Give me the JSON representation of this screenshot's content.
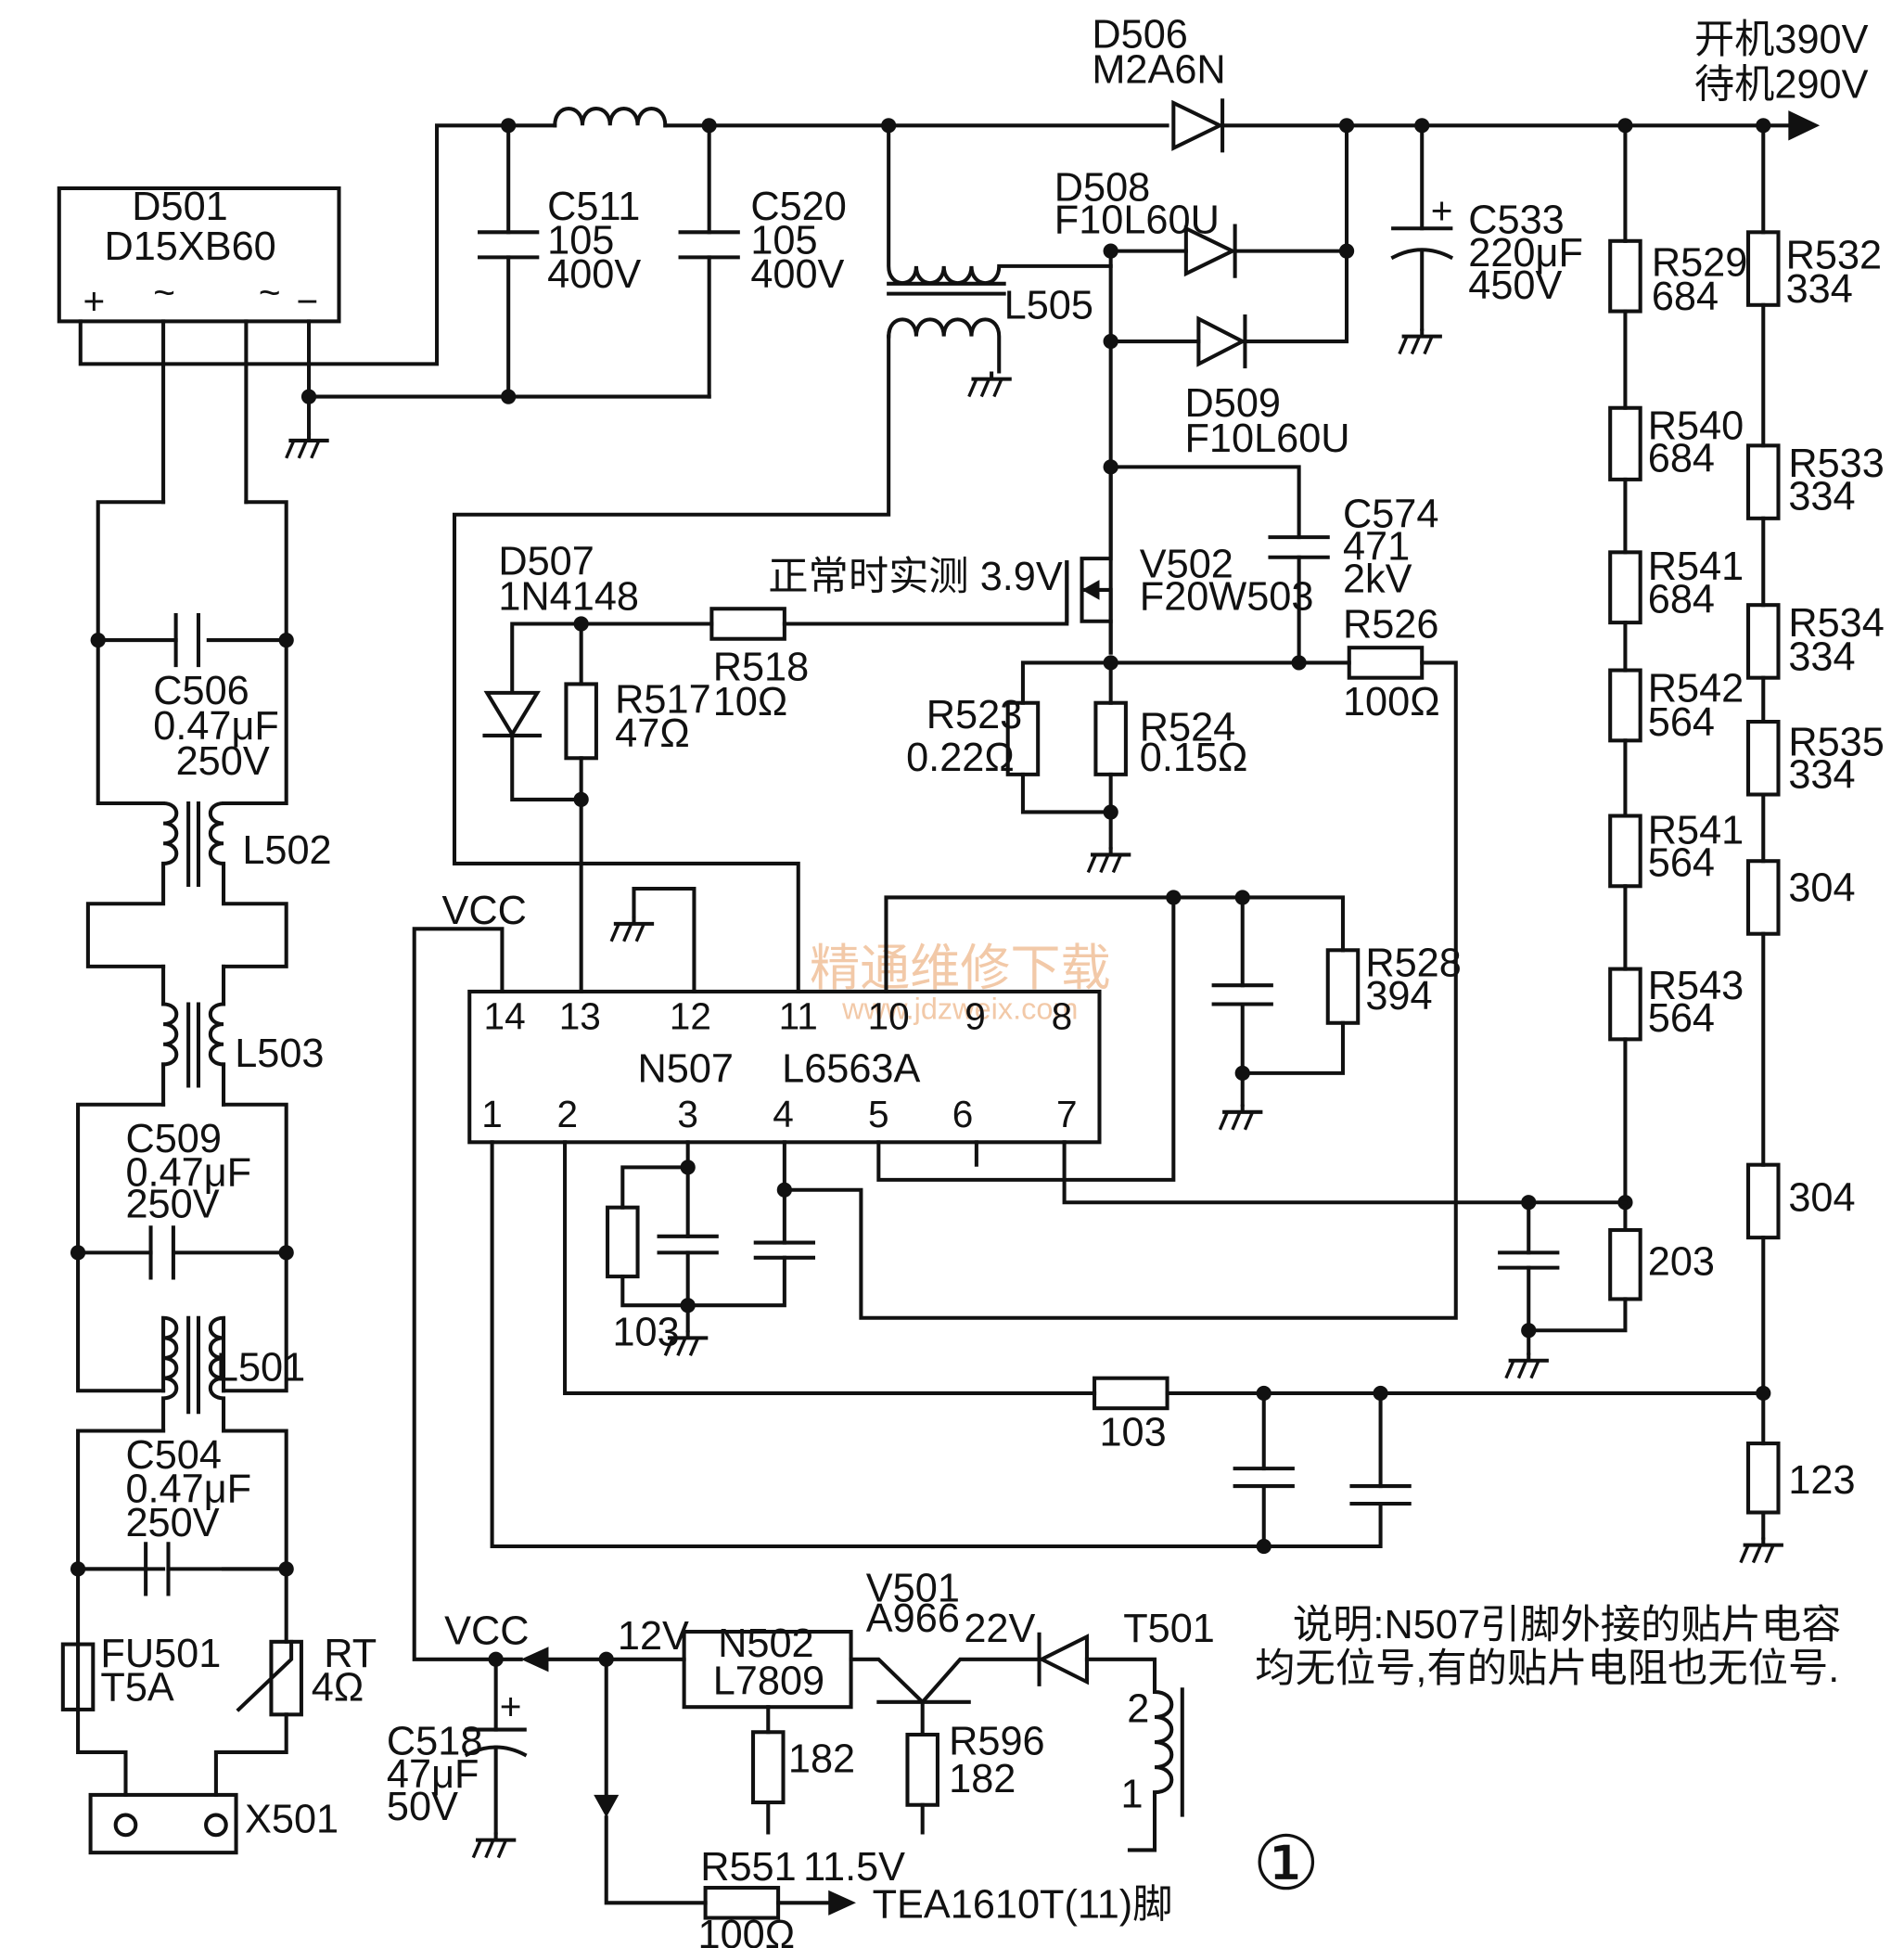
{
  "components": {
    "d501": {
      "ref": "D501",
      "value": "D15XB60",
      "plus": "+",
      "tilde1": "~",
      "tilde2": "~",
      "minus": "−"
    },
    "c511": {
      "ref": "C511",
      "cap": "105",
      "volt": "400V"
    },
    "c520": {
      "ref": "C520",
      "cap": "105",
      "volt": "400V"
    },
    "d506": {
      "ref": "D506",
      "value": "M2A6N"
    },
    "d508": {
      "ref": "D508",
      "value": "F10L60U"
    },
    "d509": {
      "ref": "D509",
      "value": "F10L60U"
    },
    "l505": {
      "ref": "L505"
    },
    "c533": {
      "ref": "C533",
      "cap": "220μF",
      "volt": "450V",
      "plus": "+"
    },
    "output": {
      "on": "开机390V",
      "standby": "待机290V"
    },
    "r529": {
      "ref": "R529",
      "value": "684"
    },
    "r540": {
      "ref": "R540",
      "value": "684"
    },
    "r541a": {
      "ref": "R541",
      "value": "684"
    },
    "r542": {
      "ref": "R542",
      "value": "564"
    },
    "r541b": {
      "ref": "R541",
      "value": "564"
    },
    "r543": {
      "ref": "R543",
      "value": "564"
    },
    "r203": {
      "value": "203"
    },
    "r532": {
      "ref": "R532",
      "value": "334"
    },
    "r533": {
      "ref": "R533",
      "value": "334"
    },
    "r534": {
      "ref": "R534",
      "value": "334"
    },
    "r535": {
      "ref": "R535",
      "value": "334"
    },
    "r304a": {
      "value": "304"
    },
    "r304b": {
      "value": "304"
    },
    "r123": {
      "value": "123"
    },
    "c574": {
      "ref": "C574",
      "cap": "471",
      "volt": "2kV"
    },
    "v502": {
      "ref": "V502",
      "value": "F20W503"
    },
    "measure": {
      "text": "正常时实测  3.9V"
    },
    "d507": {
      "ref": "D507",
      "value": "1N4148"
    },
    "r518": {
      "ref": "R518",
      "value": "10Ω"
    },
    "r517": {
      "ref": "R517",
      "value": "47Ω"
    },
    "r523": {
      "ref": "R523",
      "value": "0.22Ω"
    },
    "r524": {
      "ref": "R524",
      "value": "0.15Ω"
    },
    "r526": {
      "ref": "R526",
      "value": "100Ω"
    },
    "r528": {
      "ref": "R528",
      "value": "394"
    },
    "c506": {
      "ref": "C506",
      "cap": "0.47μF",
      "volt": "250V"
    },
    "c509": {
      "ref": "C509",
      "cap": "0.47μF",
      "volt": "250V"
    },
    "c504": {
      "ref": "C504",
      "cap": "0.47μF",
      "volt": "250V"
    },
    "l502": {
      "ref": "L502"
    },
    "l503": {
      "ref": "L503"
    },
    "l501": {
      "ref": "L501"
    },
    "fu501": {
      "ref": "FU501",
      "value": "T5A"
    },
    "rt": {
      "ref": "RT",
      "value": "4Ω"
    },
    "x501": {
      "ref": "X501"
    },
    "n507": {
      "ref": "N507",
      "value": "L6563A",
      "pins_top": [
        "14",
        "13",
        "12",
        "11",
        "10",
        "9",
        "8"
      ],
      "pins_bottom": [
        "1",
        "2",
        "3",
        "4",
        "5",
        "6",
        "7"
      ]
    },
    "vcc_top": {
      "label": "VCC"
    },
    "r103a": {
      "value": "103"
    },
    "r103b": {
      "value": "103"
    },
    "vcc_bottom": {
      "label": "VCC"
    },
    "c518": {
      "ref": "C518",
      "cap": "47μF",
      "volt": "50V",
      "plus": "+"
    },
    "v12": {
      "label": "12V"
    },
    "n502": {
      "ref": "N502",
      "value": "L7809"
    },
    "r182": {
      "value": "182"
    },
    "v501": {
      "ref": "V501",
      "value": "A966"
    },
    "v22": {
      "label": "22V"
    },
    "r596": {
      "ref": "R596",
      "value": "182"
    },
    "t501": {
      "ref": "T501",
      "pin2": "2",
      "pin1": "1"
    },
    "r551": {
      "ref": "R551",
      "value": "100Ω",
      "volt": "11.5V",
      "dest": "TEA1610T(11)脚"
    }
  },
  "note": {
    "line1": "说明:N507引脚外接的贴片电容",
    "line2": "均无位号,有的贴片电阻也无位号."
  },
  "figure": {
    "number": "①"
  },
  "watermark": {
    "line1": "精通维修下载",
    "line2": "www.jdzweix.com"
  }
}
